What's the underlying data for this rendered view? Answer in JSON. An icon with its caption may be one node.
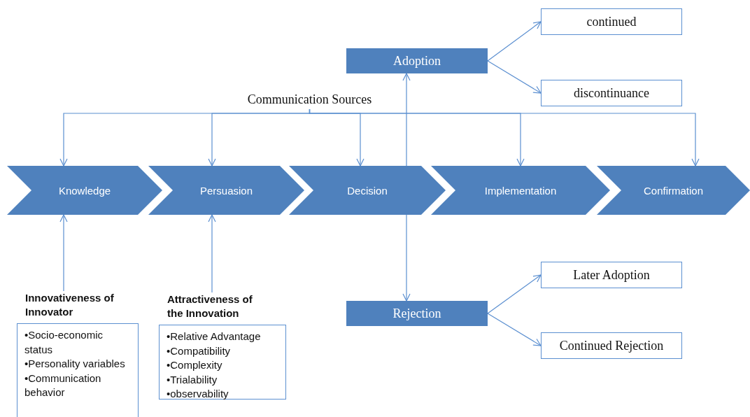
{
  "diagram": {
    "nodes": [
      {
        "text": [
          "Communication Sources"
        ]
      },
      {
        "text": [
          "Knowledge"
        ]
      },
      {
        "text": [
          "Persuasion"
        ]
      },
      {
        "text": [
          "Decision"
        ]
      },
      {
        "text": [
          "Implementation"
        ]
      },
      {
        "text": [
          "Confirmation"
        ]
      },
      {
        "text": [
          "Adoption"
        ]
      },
      {
        "text": [
          "continued"
        ]
      },
      {
        "text": [
          "discontinuance"
        ]
      },
      {
        "text": [
          "Rejection"
        ]
      },
      {
        "text": [
          "Later Adoption"
        ]
      },
      {
        "text": [
          "Continued Rejection"
        ]
      },
      {
        "text": [
          "Innovativeness of Innovator",
          "•Socio-economic status",
          "•Personality variables",
          "•Communication behavior"
        ]
      },
      {
        "text": [
          "Attractiveness of the Innovation",
          "•Relative Advantage",
          "•Compatibility",
          "•Complexity",
          "•Trialability",
          "•observability"
        ]
      }
    ],
    "edges": [
      {
        "from": 0,
        "to": 1,
        "arrow": "to"
      },
      {
        "from": 0,
        "to": 2,
        "arrow": "to"
      },
      {
        "from": 0,
        "to": 3,
        "arrow": "to"
      },
      {
        "from": 0,
        "to": 4,
        "arrow": "to"
      },
      {
        "from": 0,
        "to": 5,
        "arrow": "to"
      },
      {
        "from": 3,
        "to": 6,
        "arrow": "to"
      },
      {
        "from": 6,
        "to": 7,
        "arrow": "to"
      },
      {
        "from": 6,
        "to": 8,
        "arrow": "to"
      },
      {
        "from": 3,
        "to": 9,
        "arrow": "to"
      },
      {
        "from": 9,
        "to": 10,
        "arrow": "to"
      },
      {
        "from": 9,
        "to": 11,
        "arrow": "to"
      },
      {
        "from": 12,
        "to": 1,
        "arrow": "to"
      },
      {
        "from": 13,
        "to": 2,
        "arrow": "to"
      }
    ]
  }
}
